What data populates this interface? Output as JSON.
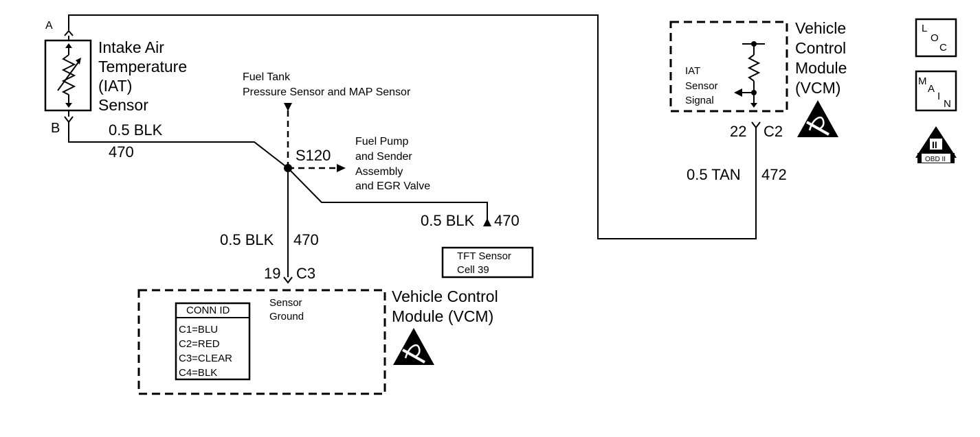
{
  "iat_sensor": {
    "title_line1": "Intake Air",
    "title_line2": "Temperature",
    "title_line3": "(IAT)",
    "title_line4": "Sensor",
    "pin_a": "A",
    "pin_b": "B"
  },
  "wire_iat_ground": {
    "gauge_color": "0.5 BLK",
    "circuit": "470"
  },
  "fuel_tank_sensor": {
    "label_line1": "Fuel Tank",
    "label_line2": "Pressure Sensor and MAP Sensor"
  },
  "splice": {
    "label": "S120"
  },
  "fuel_pump": {
    "line1": "Fuel Pump",
    "line2": "and Sender",
    "line3": "Assembly",
    "line4": "and EGR Valve"
  },
  "wire_tft": {
    "gauge_color": "0.5 BLK",
    "circuit": "470"
  },
  "tft_sensor": {
    "line1": "TFT Sensor",
    "line2": "Cell 39"
  },
  "wire_vcm_ground": {
    "gauge_color": "0.5 BLK",
    "circuit": "470"
  },
  "connector_c3": {
    "pin": "19",
    "connector": "C3"
  },
  "vcm_bottom": {
    "sensor_ground_line1": "Sensor",
    "sensor_ground_line2": "Ground",
    "title_line1": "Vehicle Control",
    "title_line2": "Module (VCM)"
  },
  "conn_id": {
    "header": "CONN ID",
    "rows": [
      "C1=BLU",
      "C2=RED",
      "C3=CLEAR",
      "C4=BLK"
    ]
  },
  "vcm_top": {
    "title_line1": "Vehicle",
    "title_line2": "Control",
    "title_line3": "Module",
    "title_line4": "(VCM)",
    "signal_line1": "IAT",
    "signal_line2": "Sensor",
    "signal_line3": "Signal"
  },
  "connector_c2": {
    "pin": "22",
    "connector": "C2"
  },
  "wire_signal": {
    "gauge_color": "0.5 TAN",
    "circuit": "472"
  },
  "nav": {
    "loc": {
      "l1": "L",
      "l2": "O",
      "l3": "C"
    },
    "main": {
      "l1": "M",
      "l2": "A",
      "l3": "I",
      "l4": "N"
    },
    "obd": {
      "numeral": "II",
      "label": "OBD II"
    }
  },
  "icons": {
    "esd": "esd-warning-icon",
    "thermistor": "thermistor-icon"
  }
}
